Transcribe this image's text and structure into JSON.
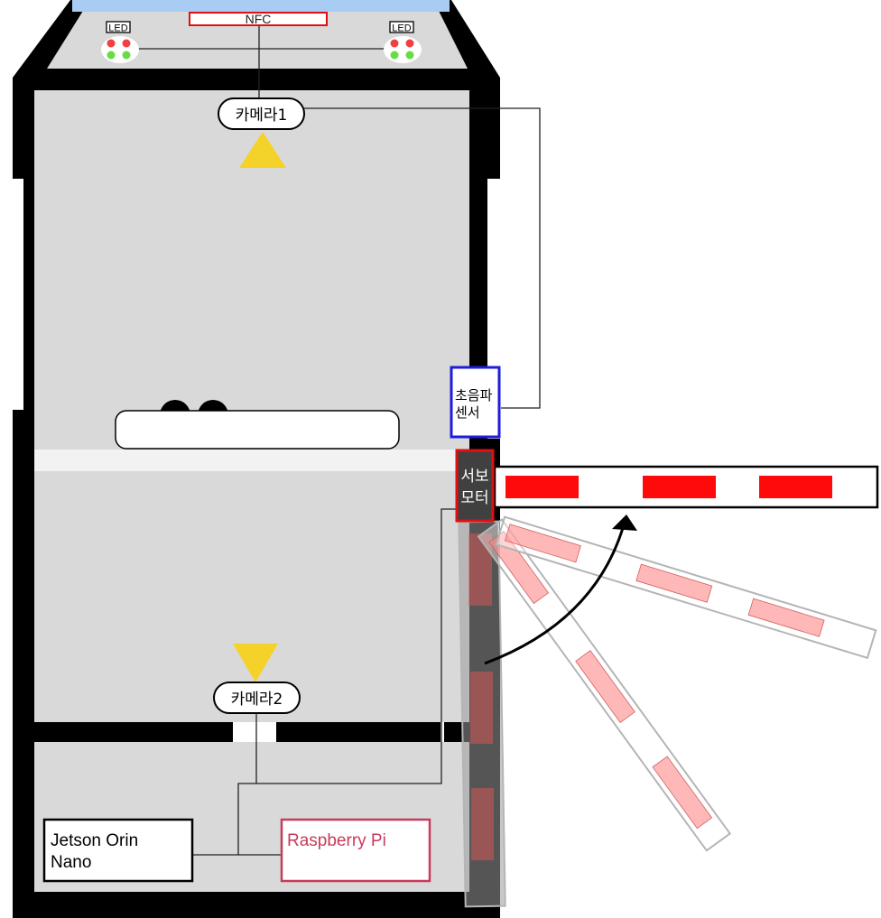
{
  "labels": {
    "nfc": "NFC",
    "led_left": "LED",
    "led_right": "LED",
    "camera1": "카메라1",
    "camera2": "카메라2",
    "ultrasonic_line1": "초음파",
    "ultrasonic_line2": "센서",
    "servo_line1": "서보",
    "servo_line2": "모터",
    "jetson_line1": "Jetson Orin",
    "jetson_line2": "Nano",
    "raspberry": "Raspberry Pi"
  },
  "colors": {
    "wall": "#000000",
    "floor": "#d9d9d9",
    "lane_stripe": "#f2f2f2",
    "roof_blue": "#a9ccf5",
    "nfc_border": "#e01010",
    "camera_cone": "#f5d22a",
    "ultrasonic_border": "#1d1ddb",
    "servo_fill": "#404040",
    "servo_border": "#e01010",
    "barrier_stripe": "#ff0a0a",
    "raspberry_text": "#c83b5b",
    "led_red": "#f04040",
    "led_green": "#66dd44"
  },
  "icons": {
    "led": "traffic-led-icon",
    "camera": "camera-cone-icon",
    "arrow": "curved-arrow-icon"
  }
}
